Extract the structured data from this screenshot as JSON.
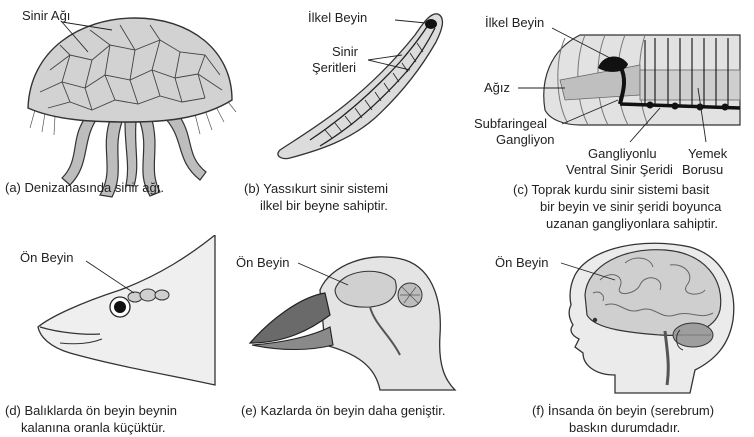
{
  "panels": {
    "a": {
      "labels": [
        "Sinir Ağı"
      ],
      "caption": "(a) Denizanasında sinir ağı."
    },
    "b": {
      "labels": [
        "İlkel Beyin",
        "Sinir",
        "Şeritleri"
      ],
      "caption_line1": "(b) Yassıkurt sinir sistemi",
      "caption_line2": "ilkel bir beyne sahiptir."
    },
    "c": {
      "labels": [
        "İlkel Beyin",
        "Ağız",
        "Subfaringeal",
        "Gangliyon",
        "Gangliyonlu",
        "Ventral Sinir Şeridi",
        "Yemek",
        "Borusu"
      ],
      "caption_line1": "(c) Toprak kurdu sinir sistemi basit",
      "caption_line2": "bir beyin ve sinir şeridi boyunca",
      "caption_line3": "uzanan gangliyonlara sahiptir."
    },
    "d": {
      "labels": [
        "Ön Beyin"
      ],
      "caption_line1": "(d) Balıklarda ön beyin beynin",
      "caption_line2": "kalanına oranla küçüktür."
    },
    "e": {
      "labels": [
        "Ön Beyin"
      ],
      "caption": "(e) Kazlarda ön beyin daha geniştir."
    },
    "f": {
      "labels": [
        "Ön Beyin"
      ],
      "caption_line1": "(f) İnsanda ön beyin (serebrum)",
      "caption_line2": "baskın durumdadır."
    }
  },
  "colors": {
    "ink": "#222222",
    "shade_light": "#d9d9d9",
    "shade_mid": "#a8a8a8",
    "shade_dark": "#555555",
    "highlight_black": "#111111"
  }
}
